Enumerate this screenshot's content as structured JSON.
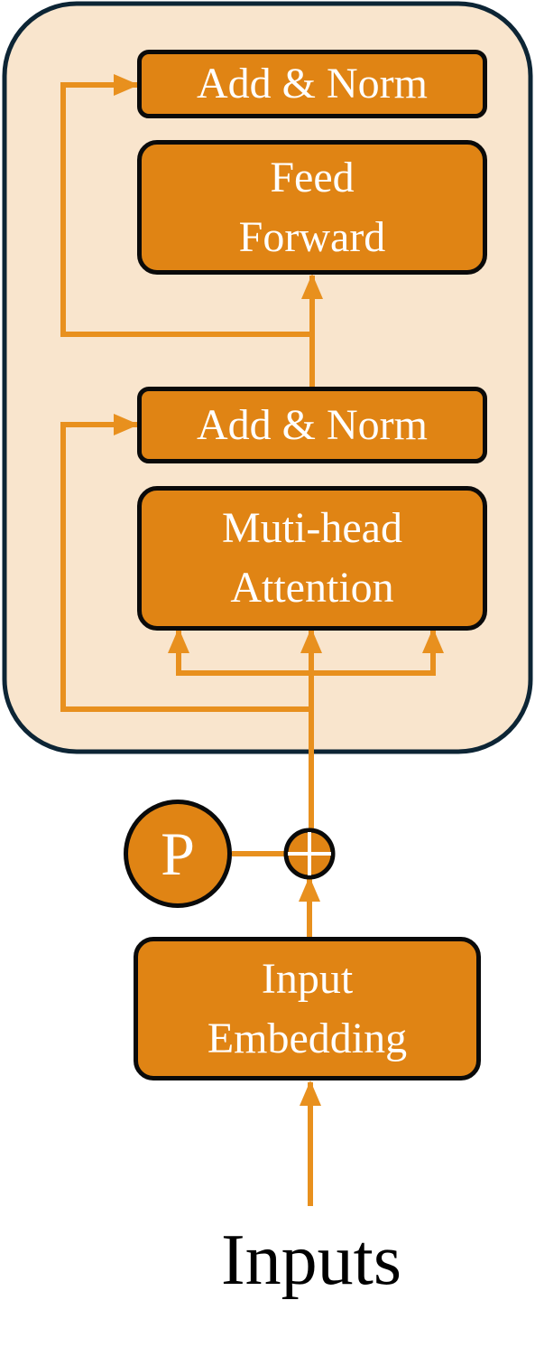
{
  "encoder": {
    "add_norm_top": "Add & Norm",
    "feed_forward": [
      "Feed",
      "Forward"
    ],
    "add_norm_bottom": "Add & Norm",
    "attention": [
      "Muti-head",
      "Attention"
    ]
  },
  "positional": {
    "p_label": "P"
  },
  "input_embedding": [
    "Input",
    "Embedding"
  ],
  "inputs_label": "Inputs",
  "colors": {
    "block_fill": "#e08414",
    "arrow": "#e8901e",
    "container_fill": "#f9e5cd",
    "container_border": "#0d2535",
    "border": "#0a0a0a",
    "text_light": "#ffffff"
  }
}
